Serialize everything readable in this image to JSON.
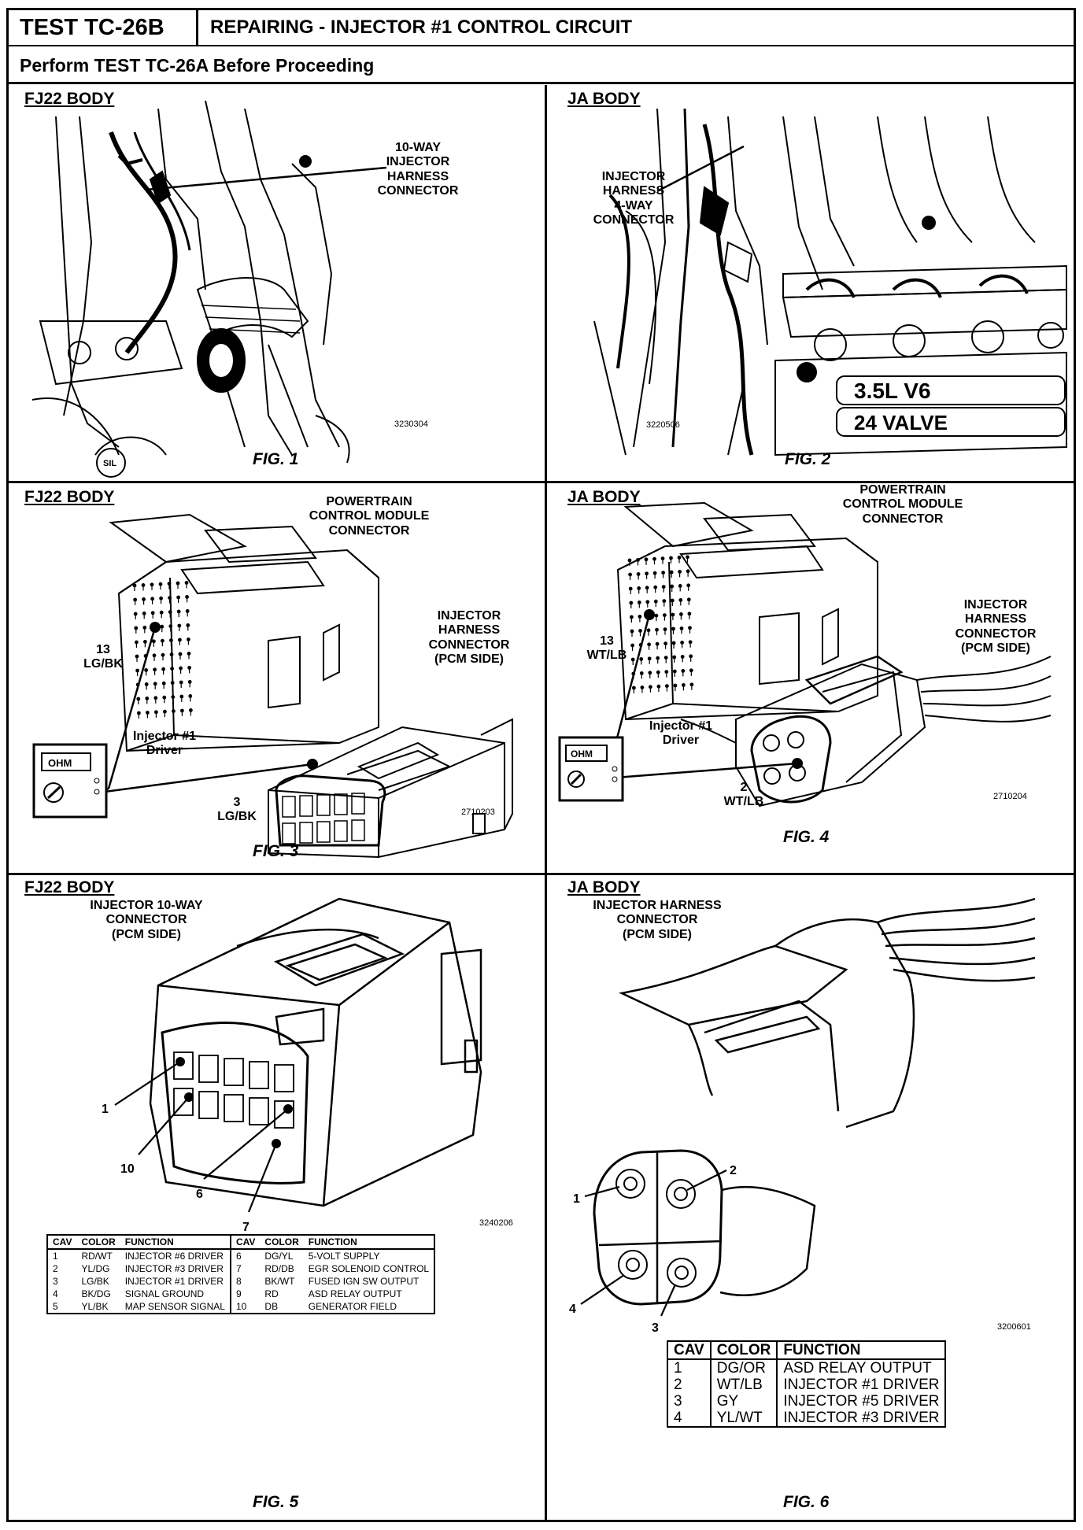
{
  "header": {
    "test_id": "TEST TC-26B",
    "title": "REPAIRING - INJECTOR #1 CONTROL CIRCUIT",
    "prereq": "Perform TEST TC-26A Before Proceeding"
  },
  "fig1": {
    "body": "FJ22 BODY",
    "label": [
      "10-WAY",
      "INJECTOR",
      "HARNESS",
      "CONNECTOR"
    ],
    "code": "3230304",
    "caption": "FIG. 1",
    "badge": "SIL"
  },
  "fig2": {
    "body": "JA BODY",
    "label": [
      "INJECTOR",
      "HARNESS",
      "4-WAY",
      "CONNECTOR"
    ],
    "code": "3220506",
    "caption": "FIG. 2",
    "engine_1": "3.5L V6",
    "engine_2": "24 VALVE"
  },
  "fig3": {
    "body": "FJ22 BODY",
    "pcm": [
      "POWERTRAIN",
      "CONTROL MODULE",
      "CONNECTOR"
    ],
    "inj": [
      "INJECTOR",
      "HARNESS",
      "CONNECTOR",
      "(PCM SIDE)"
    ],
    "pin_a": [
      "13",
      "LG/BK"
    ],
    "pin_b": [
      "3",
      "LG/BK"
    ],
    "driver": [
      "Injector #1",
      "Driver"
    ],
    "meter": "OHM",
    "code": "2710203",
    "caption": "FIG. 3"
  },
  "fig4": {
    "body": "JA BODY",
    "pcm": [
      "POWERTRAIN",
      "CONTROL MODULE",
      "CONNECTOR"
    ],
    "inj": [
      "INJECTOR",
      "HARNESS",
      "CONNECTOR",
      "(PCM SIDE)"
    ],
    "pin_a": [
      "13",
      "WT/LB"
    ],
    "pin_b": [
      "2",
      "WT/LB"
    ],
    "driver": [
      "Injector #1",
      "Driver"
    ],
    "meter": "OHM",
    "code": "2710204",
    "caption": "FIG. 4"
  },
  "fig5": {
    "body": "FJ22 BODY",
    "label": [
      "INJECTOR 10-WAY",
      "CONNECTOR",
      "(PCM SIDE)"
    ],
    "pins": [
      "1",
      "10",
      "6",
      "7"
    ],
    "code": "3240206",
    "caption": "FIG. 5",
    "table_headers": [
      "CAV",
      "COLOR",
      "FUNCTION",
      "CAV",
      "COLOR",
      "FUNCTION"
    ],
    "table_rows": [
      [
        "1",
        "RD/WT",
        "INJECTOR #6 DRIVER",
        "6",
        "DG/YL",
        "5-VOLT SUPPLY"
      ],
      [
        "2",
        "YL/DG",
        "INJECTOR #3 DRIVER",
        "7",
        "RD/DB",
        "EGR SOLENOID CONTROL"
      ],
      [
        "3",
        "LG/BK",
        "INJECTOR #1 DRIVER",
        "8",
        "BK/WT",
        "FUSED IGN SW OUTPUT"
      ],
      [
        "4",
        "BK/DG",
        "SIGNAL GROUND",
        "9",
        "RD",
        "ASD RELAY OUTPUT"
      ],
      [
        "5",
        "YL/BK",
        "MAP SENSOR SIGNAL",
        "10",
        "DB",
        "GENERATOR FIELD"
      ]
    ]
  },
  "fig6": {
    "body": "JA BODY",
    "label": [
      "INJECTOR HARNESS",
      "CONNECTOR",
      "(PCM SIDE)"
    ],
    "pins": [
      "1",
      "2",
      "4",
      "3"
    ],
    "code": "3200601",
    "caption": "FIG. 6",
    "table_headers": [
      "CAV",
      "COLOR",
      "FUNCTION"
    ],
    "table_rows": [
      [
        "1",
        "DG/OR",
        "ASD RELAY OUTPUT"
      ],
      [
        "2",
        "WT/LB",
        "INJECTOR #1 DRIVER"
      ],
      [
        "3",
        "GY",
        "INJECTOR #5 DRIVER"
      ],
      [
        "4",
        "YL/WT",
        "INJECTOR #3 DRIVER"
      ]
    ]
  }
}
